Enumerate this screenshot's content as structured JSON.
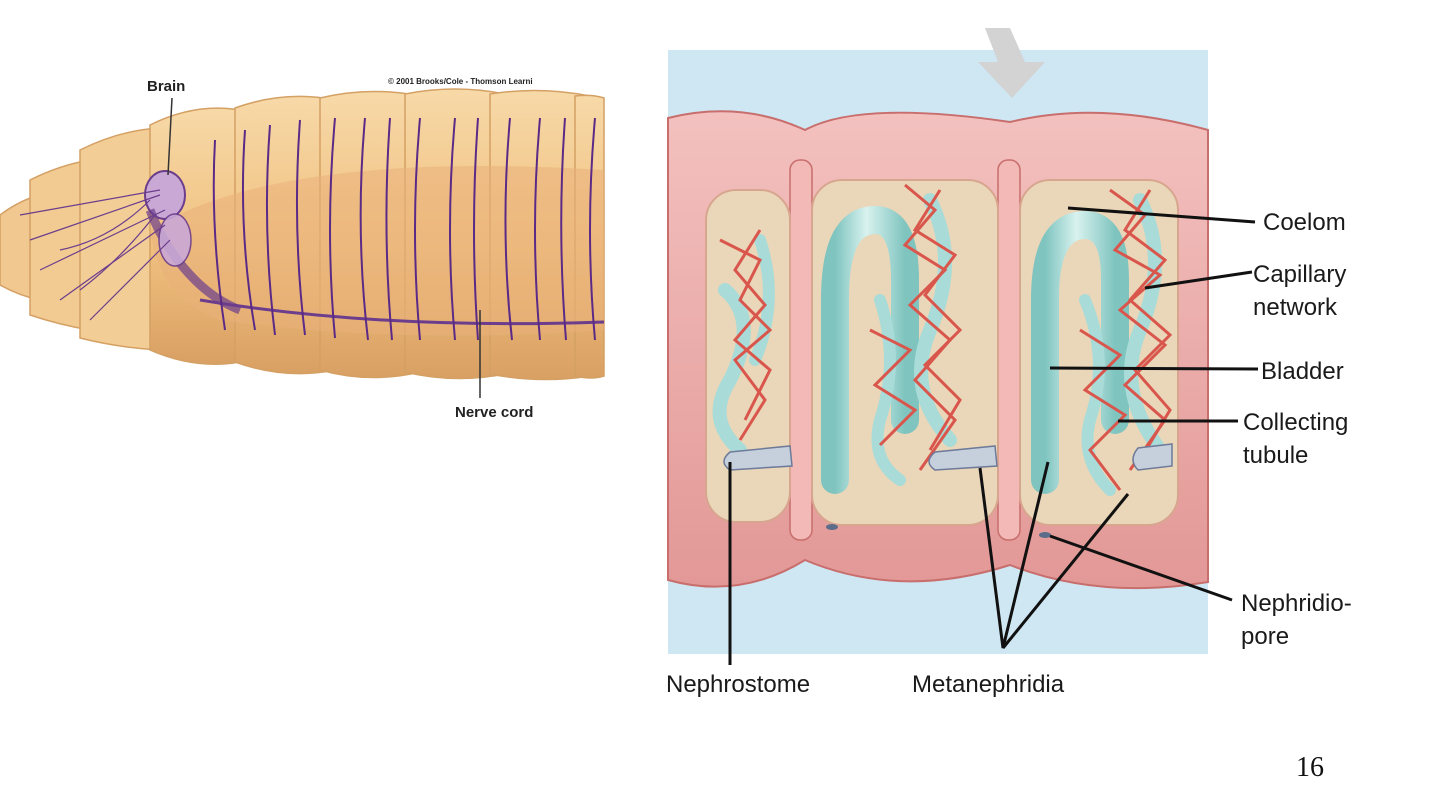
{
  "left_figure": {
    "labels": {
      "brain": "Brain",
      "nerve_cord": "Nerve cord",
      "copyright": "© 2001 Brooks/Cole - Thomson Learni"
    }
  },
  "right_figure": {
    "labels": {
      "coelom": "Coelom",
      "capillary_1": "Capillary",
      "capillary_2": "network",
      "bladder": "Bladder",
      "collecting_1": "Collecting",
      "collecting_2": "tubule",
      "nephridiopore_1": "Nephridio-",
      "nephridiopore_2": "pore",
      "nephrostome": "Nephrostome",
      "metanephridia": "Metanephridia"
    }
  },
  "page_number": "16",
  "colors": {
    "worm_body": "#f2c98f",
    "worm_shade": "#d99e5c",
    "nerve": "#5b2a86",
    "sky": "#cfe6f3",
    "segment_wall": "#e9a7a6",
    "coelom_fill": "#ead6b8",
    "capillary": "#d9564d",
    "tubule": "#a9dcd8"
  }
}
